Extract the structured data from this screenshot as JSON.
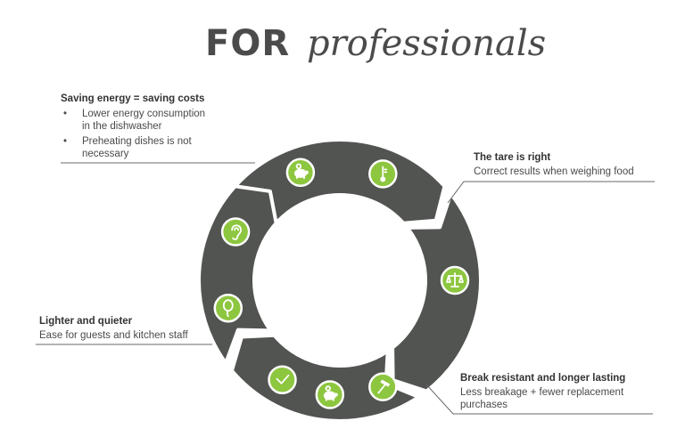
{
  "title": {
    "bold": "FOR",
    "script": "professionals"
  },
  "colors": {
    "ring": "#525451",
    "accent": "#8dc63f",
    "text": "#3a3a3a",
    "leader": "#6a6a6a"
  },
  "callouts": {
    "energy": {
      "heading": "Saving energy = saving costs",
      "bullet1_line1": "Lower energy consumption",
      "bullet1_line2": "in the dishwasher",
      "bullet2_line1": "Preheating dishes is not",
      "bullet2_line2": "necessary",
      "bullet_char": "•"
    },
    "tare": {
      "heading": "The tare is right",
      "line1": "Correct results when weighing food"
    },
    "lighter": {
      "heading": "Lighter and quieter",
      "line1": "Ease for guests and kitchen staff"
    },
    "break": {
      "heading": "Break resistant and longer lasting",
      "line1": "Less breakage + fewer replacement",
      "line2": "purchases"
    }
  },
  "icons": [
    "piggy-bank",
    "thermometer",
    "scale",
    "hammer",
    "piggy-bank",
    "check",
    "balloon",
    "ear"
  ]
}
